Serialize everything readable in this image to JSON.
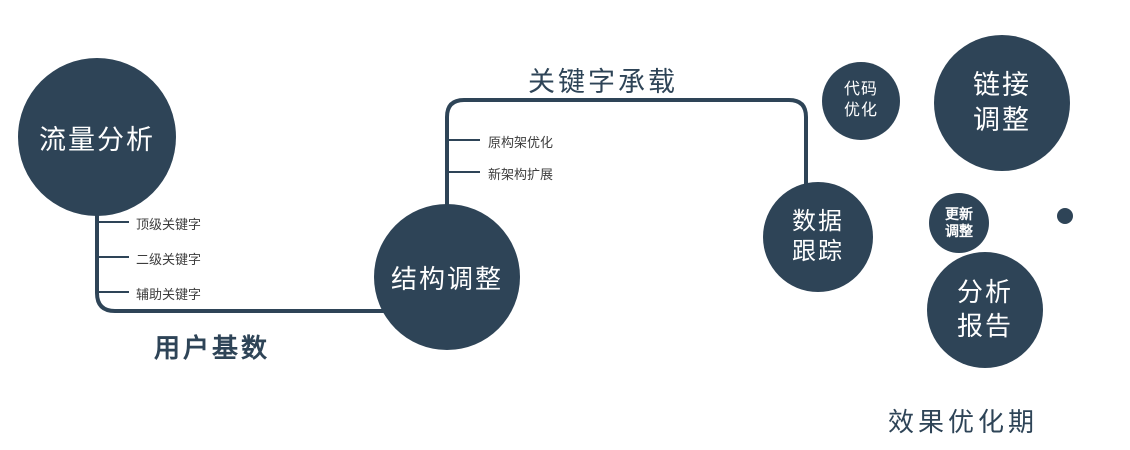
{
  "colors": {
    "node_color": "#2e4457",
    "line_color": "#2e4457",
    "dark_text": "#2e4457",
    "small_label": "#3d3d3d"
  },
  "nodes": {
    "traffic": {
      "label": "流量分析"
    },
    "structure": {
      "label": "结构调整"
    },
    "tracking": {
      "line1": "数据",
      "line2": "跟踪"
    },
    "code": {
      "line1": "代码",
      "line2": "优化"
    },
    "link": {
      "line1": "链接",
      "line2": "调整"
    },
    "update": {
      "line1": "更新",
      "line2": "调整"
    },
    "report": {
      "line1": "分析",
      "line2": "报告"
    }
  },
  "branches": {
    "traffic": [
      "顶级关键字",
      "二级关键字",
      "辅助关键字"
    ],
    "structure": [
      "原构架优化",
      "新架构扩展"
    ]
  },
  "edges": {
    "user_base": "用户基数",
    "keyword_load": "关键字承载"
  },
  "footer": "效果优化期"
}
